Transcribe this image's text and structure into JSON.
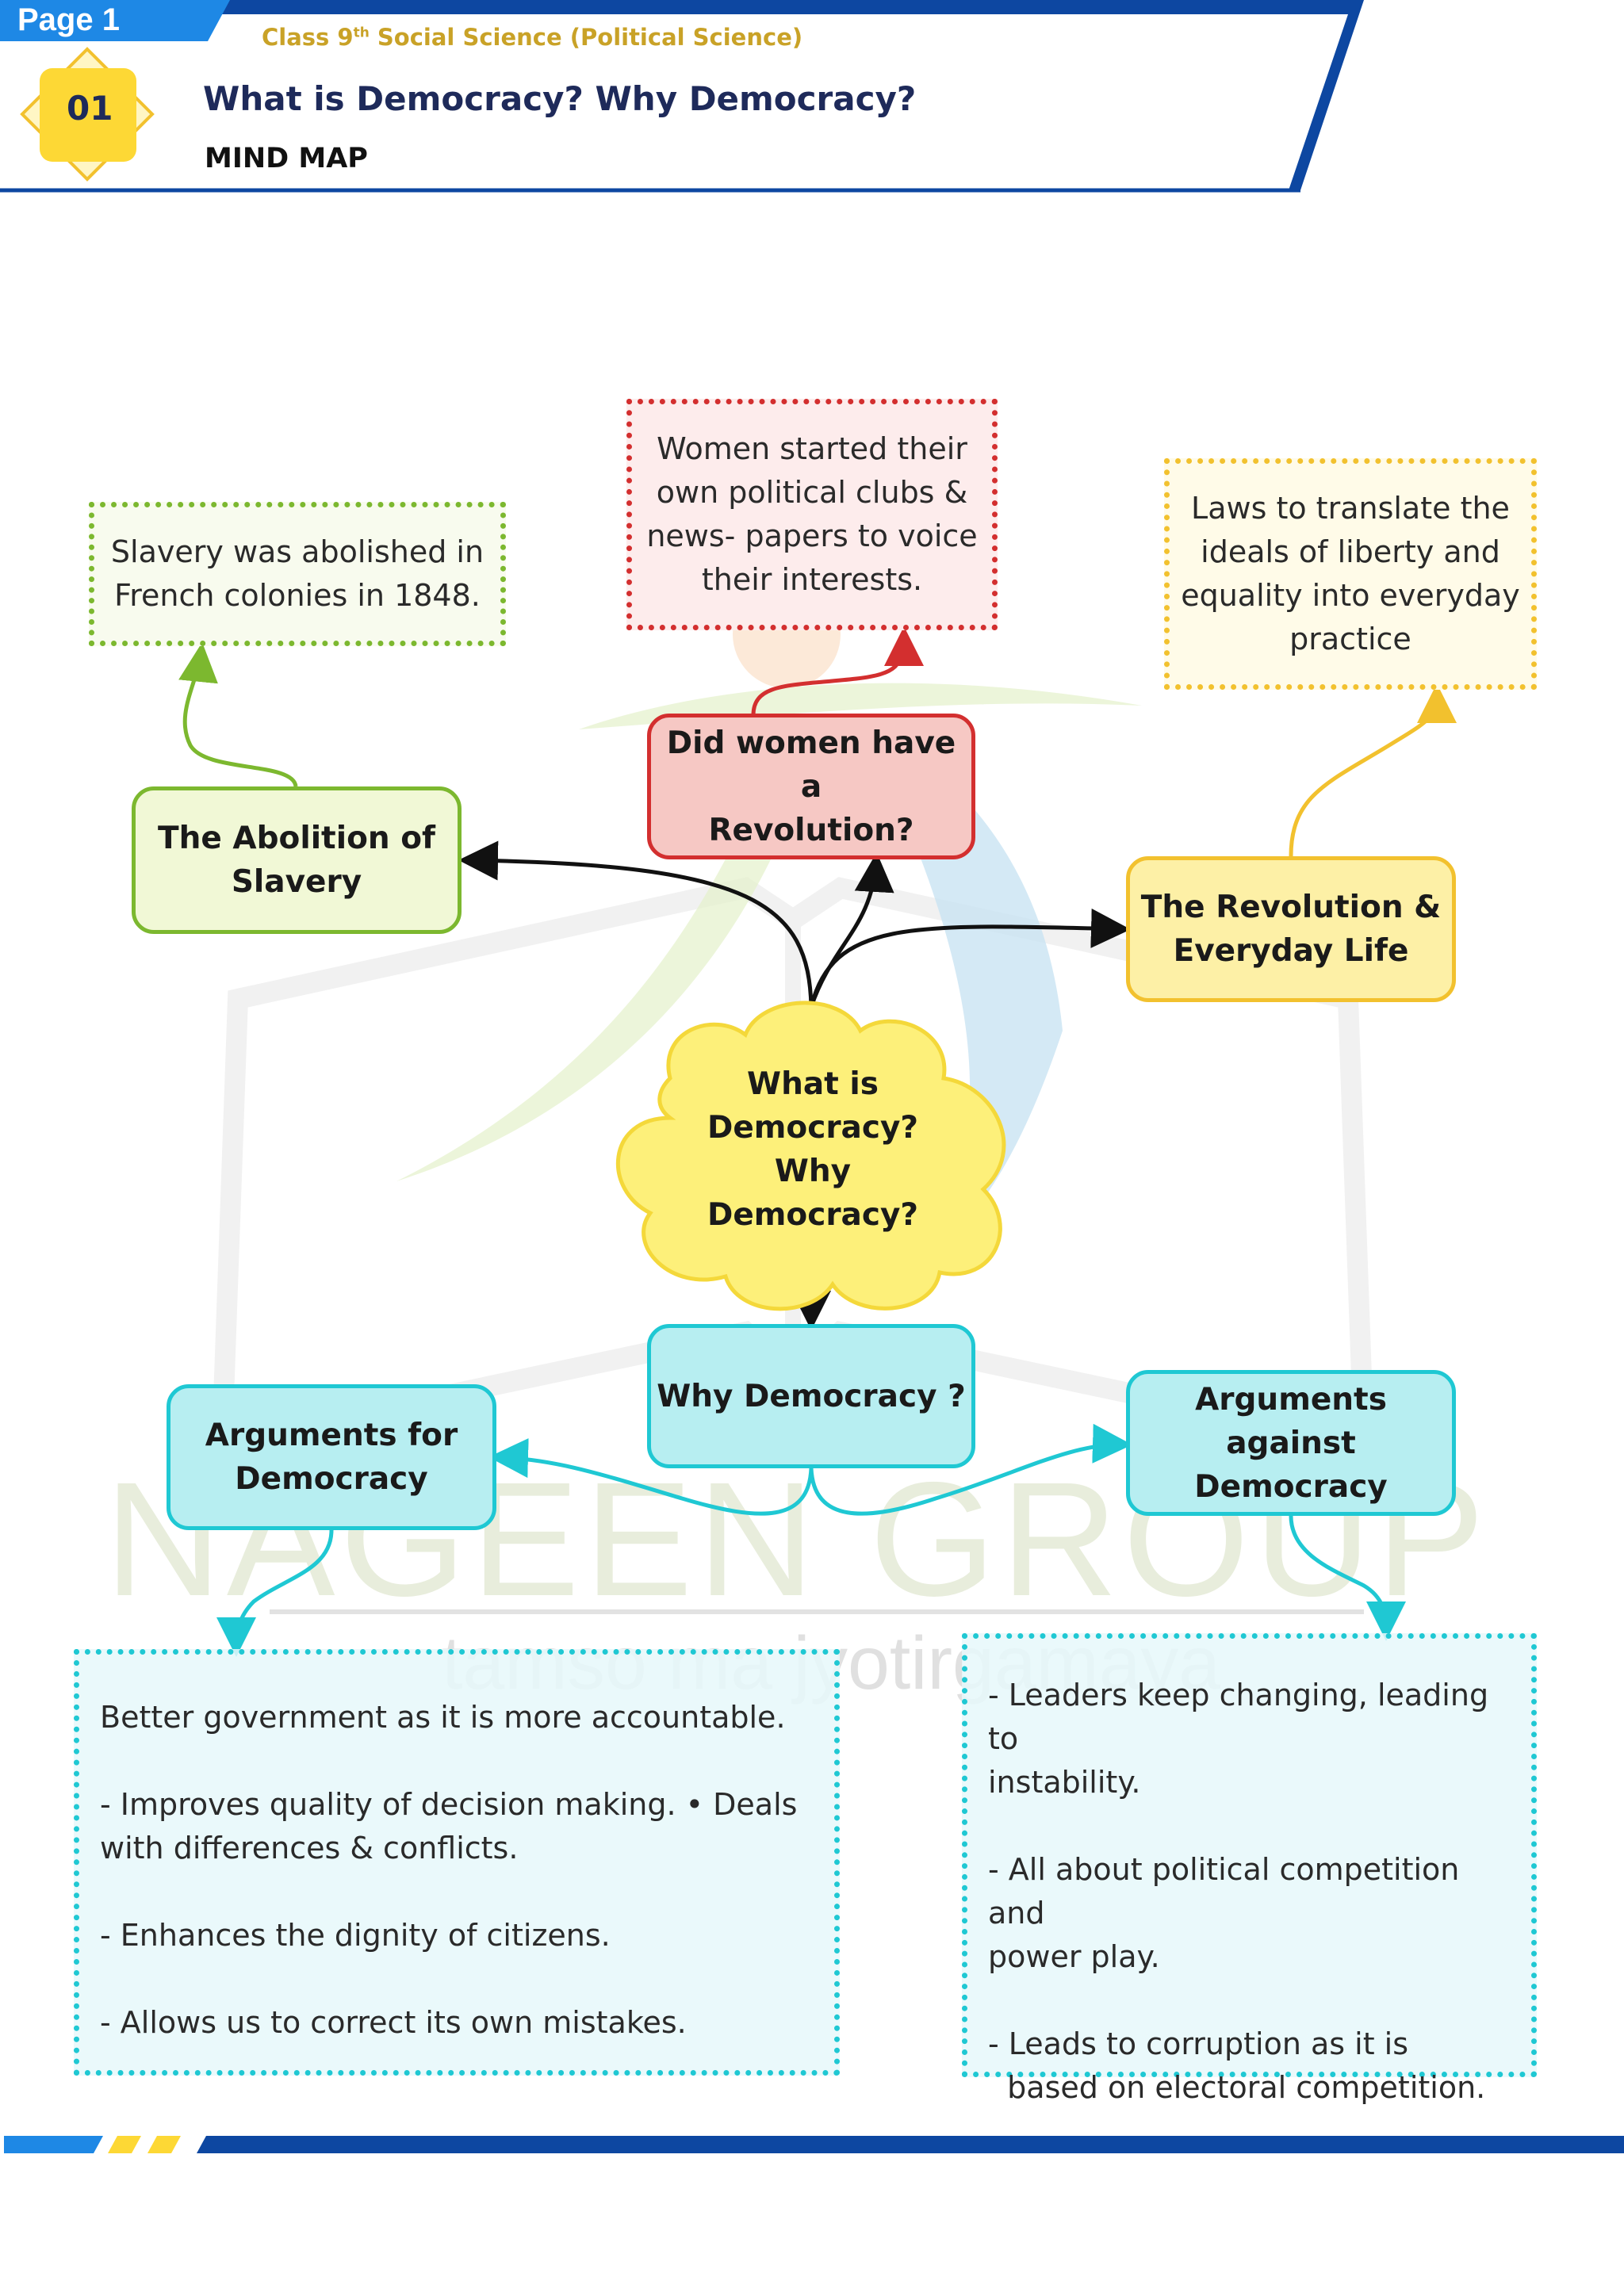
{
  "header": {
    "page_label": "Page 1",
    "class_prefix": "Class 9",
    "class_sup": "th",
    "class_suffix": " Social Science (Political Science)",
    "chapter_number": "01",
    "chapter_title": "What is Democracy? Why Democracy?",
    "subtitle": "MIND MAP"
  },
  "colors": {
    "header_blue": "#0d47a1",
    "accent_blue": "#1e88e5",
    "accent_yellow": "#fdd835",
    "green": "#7cb82f",
    "red": "#d32f2f",
    "yellow": "#f2c12e",
    "teal": "#1fc8d3"
  },
  "mindmap": {
    "center": [
      "What is",
      "Democracy?",
      "Why",
      "Democracy?"
    ],
    "abolition": {
      "node": [
        "The Abolition of",
        "Slavery"
      ],
      "note": [
        "Slavery was abolished in",
        "French colonies in  1848."
      ]
    },
    "women": {
      "node": [
        "Did women have a",
        "Revolution?"
      ],
      "note": [
        "Women started their",
        "own political clubs &",
        "news- papers to voice",
        "their  interests."
      ]
    },
    "everyday": {
      "node": [
        "The Revolution &",
        "Everyday Life"
      ],
      "note": [
        "Laws to translate the",
        "ideals of liberty and",
        "equality into everyday",
        "practice"
      ]
    },
    "why": {
      "node": "Why Democracy ?"
    },
    "for": {
      "node": [
        "Arguments for",
        "Democracy"
      ],
      "points": [
        "Better government as it is more accountable.",
        "- Improves quality of decision making. • Deals\nwith differences & conflicts.",
        "- Enhances the dignity of citizens.",
        "- Allows us to correct its own mistakes."
      ]
    },
    "against": {
      "node": [
        "Arguments against",
        "Democracy"
      ],
      "points": [
        "- Leaders keep changing, leading to\ninstability.",
        "- All about political competition and\npower play.",
        "- Leads to corruption as it is\n  based on electoral competition."
      ]
    }
  },
  "watermark": {
    "brand": "NAGEEN GROUP",
    "motto": "tamso ma jyotirgamaya"
  }
}
